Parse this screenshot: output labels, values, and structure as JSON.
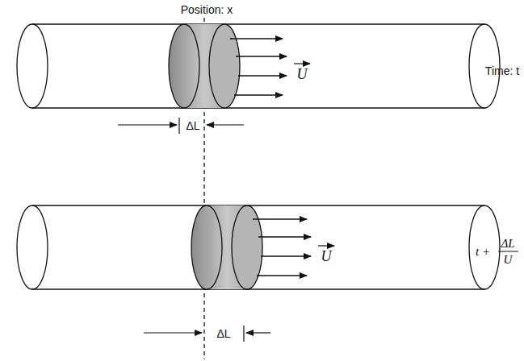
{
  "diagram": {
    "labels": [
      "Position: x",
      "U",
      "Time: t",
      "ΔL",
      "U",
      "t +",
      "ΔL",
      "U",
      "ΔL"
    ]
  }
}
